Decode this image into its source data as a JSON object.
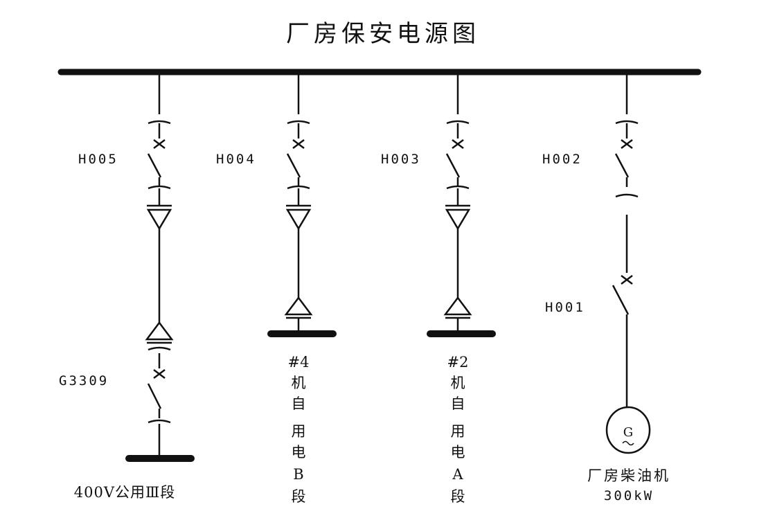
{
  "title": "厂房保安电源图",
  "feeders": [
    {
      "breaker": "H005",
      "destination": "400V公用Ⅲ段",
      "second_breaker": "G3309"
    },
    {
      "breaker": "H004",
      "destination": [
        "#4",
        "机",
        "自",
        "用",
        "电",
        "B",
        "段"
      ]
    },
    {
      "breaker": "H003",
      "destination": [
        "#2",
        "机",
        "自",
        "用",
        "电",
        "A",
        "段"
      ]
    },
    {
      "breaker": "H002",
      "second_breaker": "H001",
      "generator": {
        "symbol": "G",
        "name": "厂房柴油机",
        "rating": "300kW"
      }
    }
  ]
}
